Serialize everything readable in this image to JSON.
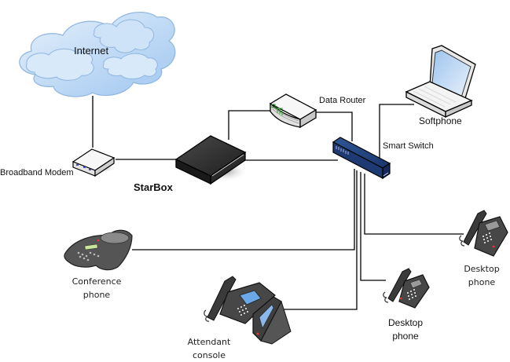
{
  "diagram": {
    "title": "StarBox network topology",
    "line_color": "#000000",
    "colors": {
      "cloud_fill": "#bcd9f7",
      "cloud_stroke": "#8fb6e0",
      "starbox_fill": "#2e2e2e",
      "switch_fill": "#1f3f7a",
      "device_fill": "#f2f2f2",
      "phone_fill": "#3a3a3a",
      "screen_fill": "#6aa8e8"
    },
    "nodes": {
      "internet": {
        "label": "Internet",
        "icon": "cloud-icon"
      },
      "modem": {
        "label": "Broadband Modem",
        "icon": "modem-icon"
      },
      "starbox": {
        "label": "StarBox",
        "icon": "server-box-icon"
      },
      "router": {
        "label": "Data Router",
        "icon": "router-icon"
      },
      "switch": {
        "label": "Smart Switch",
        "icon": "network-switch-icon"
      },
      "softphone": {
        "label": "Softphone",
        "icon": "laptop-icon"
      },
      "conference_phone": {
        "label_line1": "Conference",
        "label_line2": "phone",
        "icon": "conference-phone-icon"
      },
      "attendant_console": {
        "label_line1": "Attendant",
        "label_line2": "console",
        "icon": "attendant-console-icon"
      },
      "desktop_phone_1": {
        "label_line1": "Desktop",
        "label_line2": "phone",
        "icon": "desk-phone-icon"
      },
      "desktop_phone_2": {
        "label_line1": "Desktop",
        "label_line2": "phone",
        "icon": "desk-phone-icon"
      }
    },
    "connections": [
      {
        "from": "internet",
        "to": "modem"
      },
      {
        "from": "modem",
        "to": "starbox"
      },
      {
        "from": "starbox",
        "to": "router"
      },
      {
        "from": "router",
        "to": "switch"
      },
      {
        "from": "starbox",
        "to": "switch"
      },
      {
        "from": "switch",
        "to": "softphone"
      },
      {
        "from": "switch",
        "to": "conference_phone"
      },
      {
        "from": "switch",
        "to": "attendant_console"
      },
      {
        "from": "switch",
        "to": "desktop_phone_1"
      },
      {
        "from": "switch",
        "to": "desktop_phone_2"
      }
    ]
  }
}
